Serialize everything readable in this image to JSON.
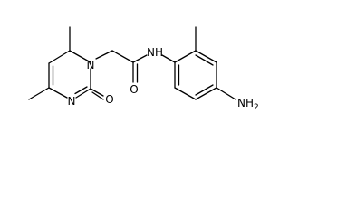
{
  "molecule": {
    "atoms": {
      "n_ring": "N",
      "n_imine": "N",
      "o_ring": "O",
      "o_amide": "O",
      "nh": "NH",
      "nh2_main": "NH",
      "nh2_sub": "2"
    },
    "colors": {
      "bond": "#000000",
      "label": "#000000",
      "background": "#ffffff"
    }
  }
}
